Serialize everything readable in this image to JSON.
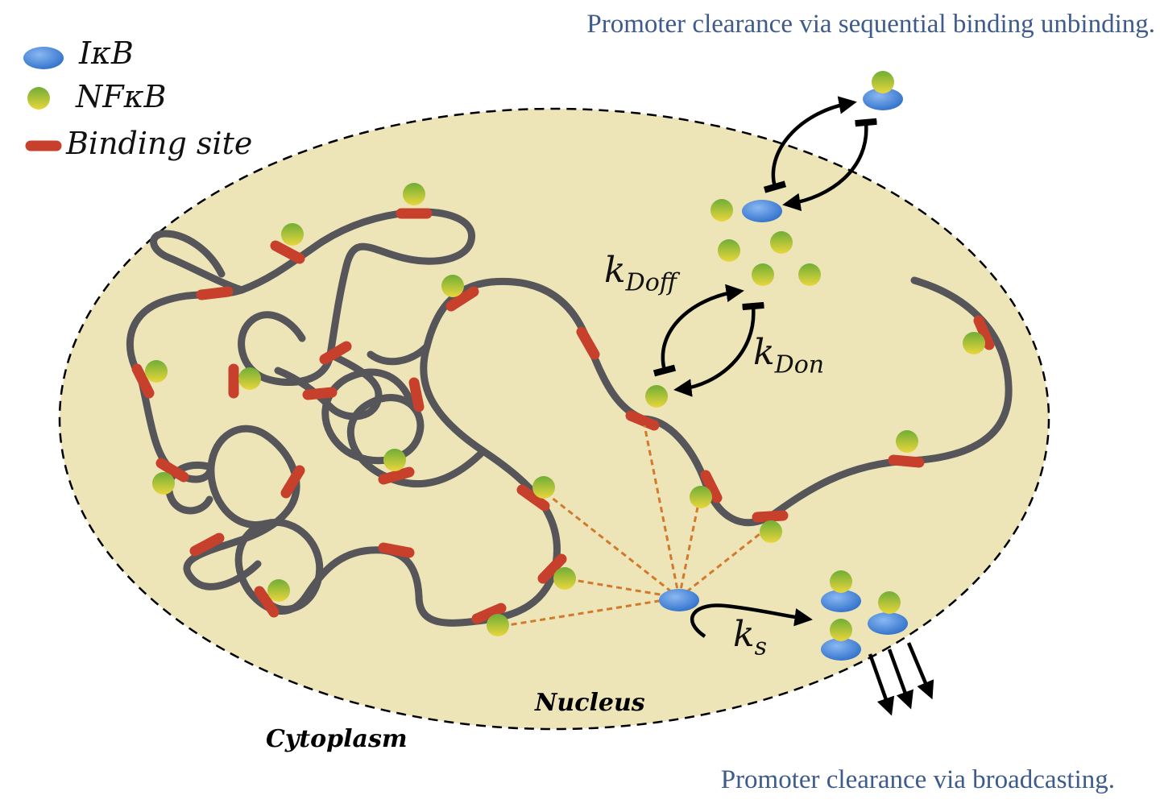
{
  "titles": {
    "top": "Promoter clearance via sequential binding unbinding.",
    "bottom": "Promoter clearance via broadcasting."
  },
  "legend": {
    "ikb": "IκB",
    "nfkb": "NFκB",
    "binding_site": "Binding site"
  },
  "rates": {
    "k_doff_base": "k",
    "k_doff_sub": "Doff",
    "k_don_base": "k",
    "k_don_sub": "Don",
    "k_s_base": "k",
    "k_s_sub": "s"
  },
  "regions": {
    "nucleus": "Nucleus",
    "cytoplasm": "Cytoplasm"
  },
  "colors": {
    "nucleus_fill": "#ede5b8",
    "chromatin": "#55555a",
    "binding_site": "#c6402b",
    "ikb": "#4a86d9",
    "nfkb_top": "#7db53a",
    "nfkb_bottom": "#e3cf3a",
    "dashed_link": "#d27a2c",
    "title": "#3d5b8c"
  }
}
